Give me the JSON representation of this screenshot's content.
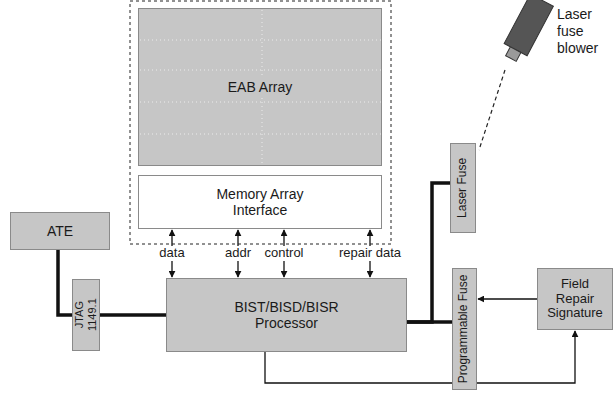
{
  "diagram": {
    "nodes": [
      {
        "text": [
          "EAB Array"
        ]
      },
      {
        "text": [
          "Memory Array Interface"
        ]
      },
      {
        "text": [
          "ATE"
        ]
      },
      {
        "text": [
          "JTAG 1149.1"
        ]
      },
      {
        "text": [
          "BIST/BISD/BISR Processor"
        ]
      },
      {
        "text": [
          "Laser Fuse"
        ]
      },
      {
        "text": [
          "Programmable Fuse"
        ]
      },
      {
        "text": [
          "Field Repair Signature"
        ]
      }
    ],
    "edges": [
      {
        "from": 2,
        "to": 3,
        "arrow": "none"
      },
      {
        "from": 3,
        "to": 4,
        "arrow": "none"
      },
      {
        "from": 4,
        "to": 1,
        "label": "data",
        "arrow": "both"
      },
      {
        "from": 4,
        "to": 1,
        "label": "addr",
        "arrow": "both"
      },
      {
        "from": 4,
        "to": 1,
        "label": "control",
        "arrow": "both"
      },
      {
        "from": 4,
        "to": 1,
        "label": "repair data",
        "arrow": "both"
      },
      {
        "from": 4,
        "to": 5,
        "arrow": "none"
      },
      {
        "from": 4,
        "to": 6,
        "arrow": "none"
      },
      {
        "from": 7,
        "to": 6,
        "arrow": "to"
      },
      {
        "from": 4,
        "to": 7,
        "arrow": "to"
      }
    ],
    "labels": [
      "Laser fuse blower"
    ]
  }
}
